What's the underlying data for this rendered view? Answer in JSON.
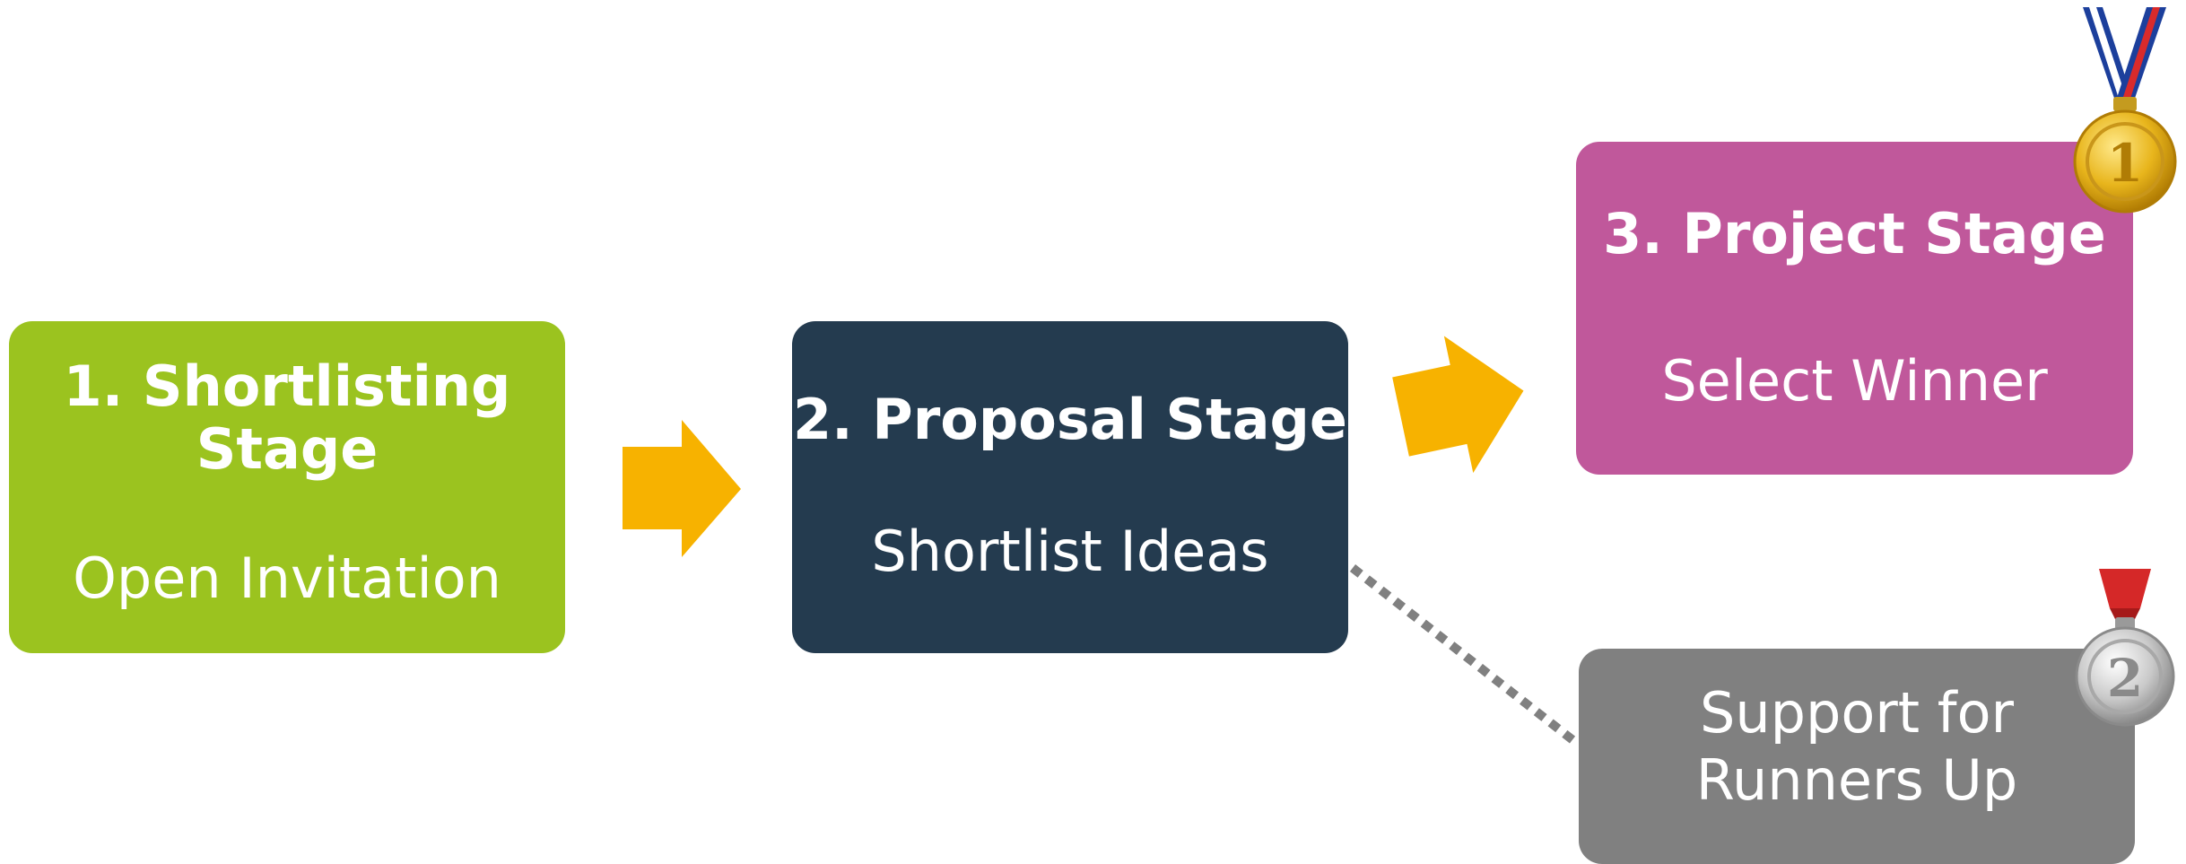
{
  "colors": {
    "stage1": "#9bc31f",
    "stage2": "#243b4f",
    "stage3": "#c0589b",
    "runners_up": "#808080",
    "arrow": "#f7b200",
    "connector": "#808080"
  },
  "stages": [
    {
      "title_line1": "1. Shortlisting",
      "title_line2": "Stage",
      "subtitle": "Open Invitation"
    },
    {
      "title": "2. Proposal Stage",
      "subtitle": "Shortlist Ideas"
    },
    {
      "title": "3. Project Stage",
      "subtitle": "Select Winner"
    }
  ],
  "runners_up": {
    "line1": "Support for",
    "line2": "Runners Up"
  },
  "medals": {
    "gold": {
      "number": "1",
      "icon": "gold-medal-icon"
    },
    "silver": {
      "number": "2",
      "icon": "silver-medal-icon"
    }
  }
}
